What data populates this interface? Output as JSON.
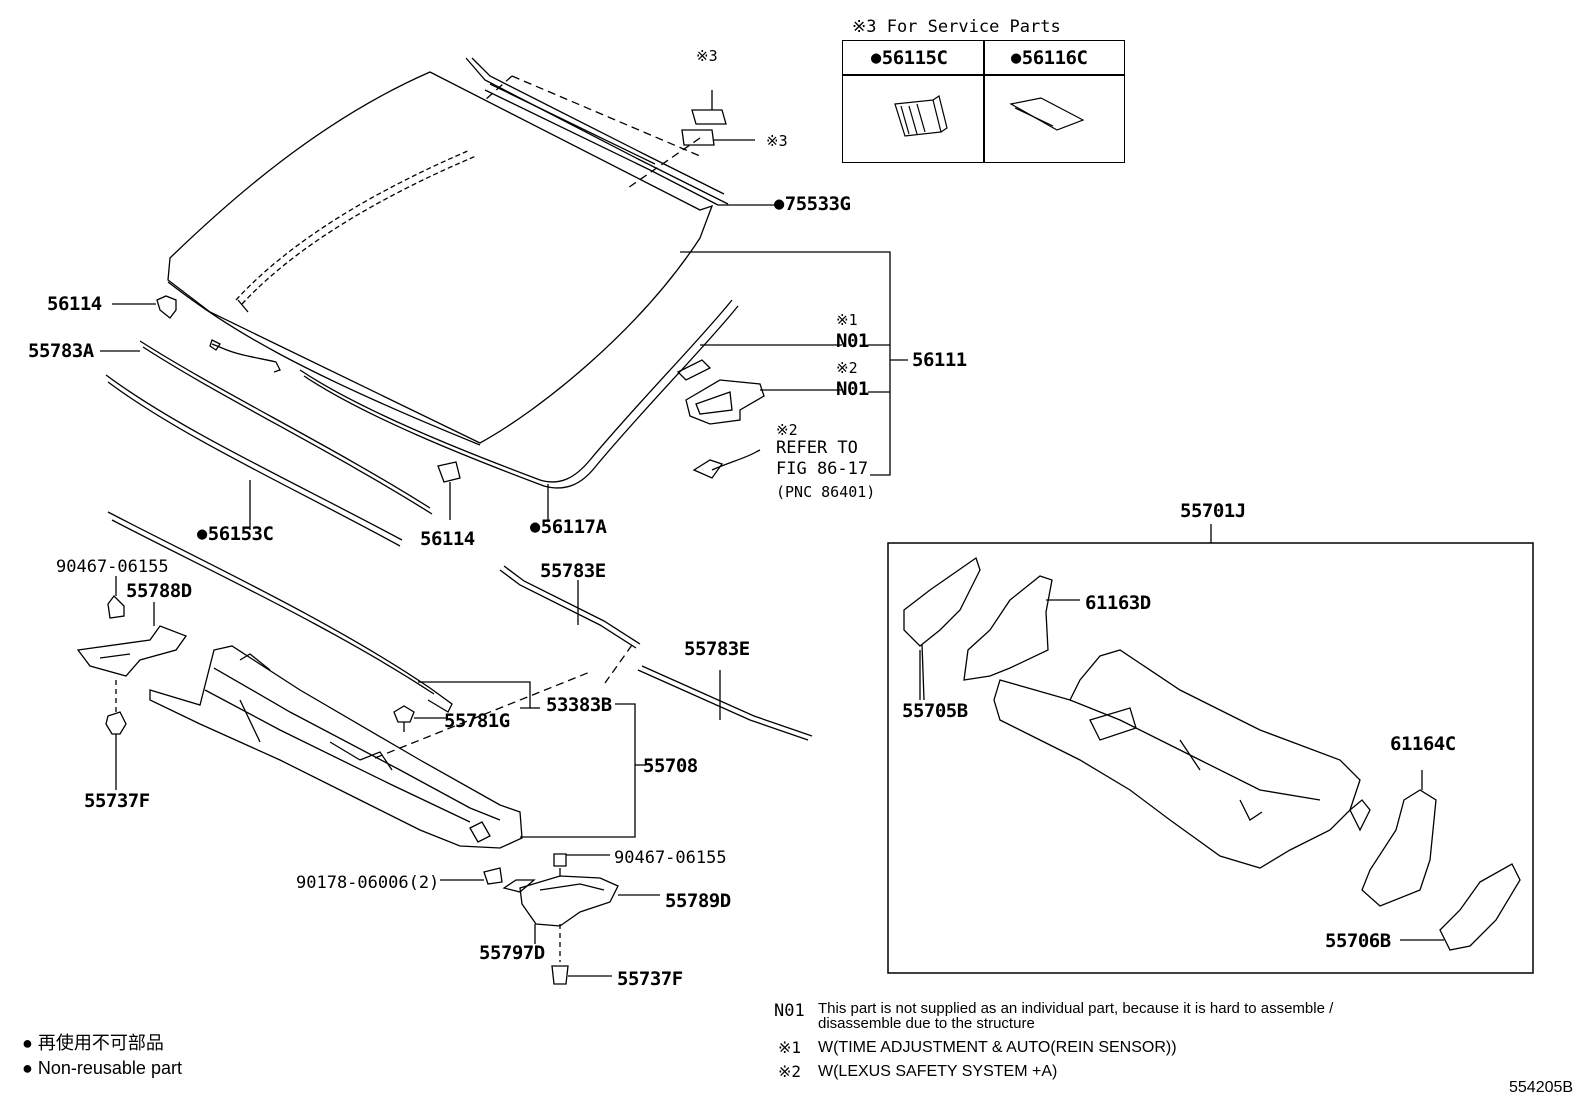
{
  "figure_number": "554205B",
  "service_parts": {
    "title": "※3 For Service Parts",
    "parts": [
      "56115C",
      "56116C"
    ]
  },
  "labels": {
    "p75533G": "75533G",
    "p56114a": "56114",
    "p55783A": "55783A",
    "p56153C": "56153C",
    "p56114b": "56114",
    "p56117A": "56117A",
    "p56111": "56111",
    "n01a": "N01",
    "n01b": "N01",
    "refer": "REFER TO",
    "fig": "FIG 86-17",
    "pnc": "(PNC 86401)",
    "ref1": "※1",
    "ref2a": "※2",
    "ref2b": "※2",
    "ref3a": "※3",
    "ref3b": "※3",
    "p55701J": "55701J",
    "p61163D": "61163D",
    "p55705B": "55705B",
    "p61164C": "61164C",
    "p55706B": "55706B",
    "p90467a": "90467-06155",
    "p55788D": "55788D",
    "p55737Fa": "55737F",
    "p55783Ea": "55783E",
    "p55783Eb": "55783E",
    "p53383B": "53383B",
    "p55781G": "55781G",
    "p55708": "55708",
    "p90467b": "90467-06155",
    "p90178": "90178-06006(2)",
    "p55789D": "55789D",
    "p55797D": "55797D",
    "p55737Fb": "55737F"
  },
  "non_reusable_parts": [
    "75533G",
    "56153C",
    "56117A",
    "56115C",
    "56116C"
  ],
  "notes": {
    "n01_code": "N01",
    "n01_line1": "This part is not supplied as an individual part, because it is hard to assemble /",
    "n01_line2": "disassemble due to the structure",
    "r1_mark": "※1",
    "r1_text": "W(TIME ADJUSTMENT & AUTO(REIN SENSOR))",
    "r2_mark": "※2",
    "r2_text": "W(LEXUS SAFETY SYSTEM +A)"
  },
  "legend": {
    "jp": "再使用不可部品",
    "en": "Non-reusable part"
  }
}
